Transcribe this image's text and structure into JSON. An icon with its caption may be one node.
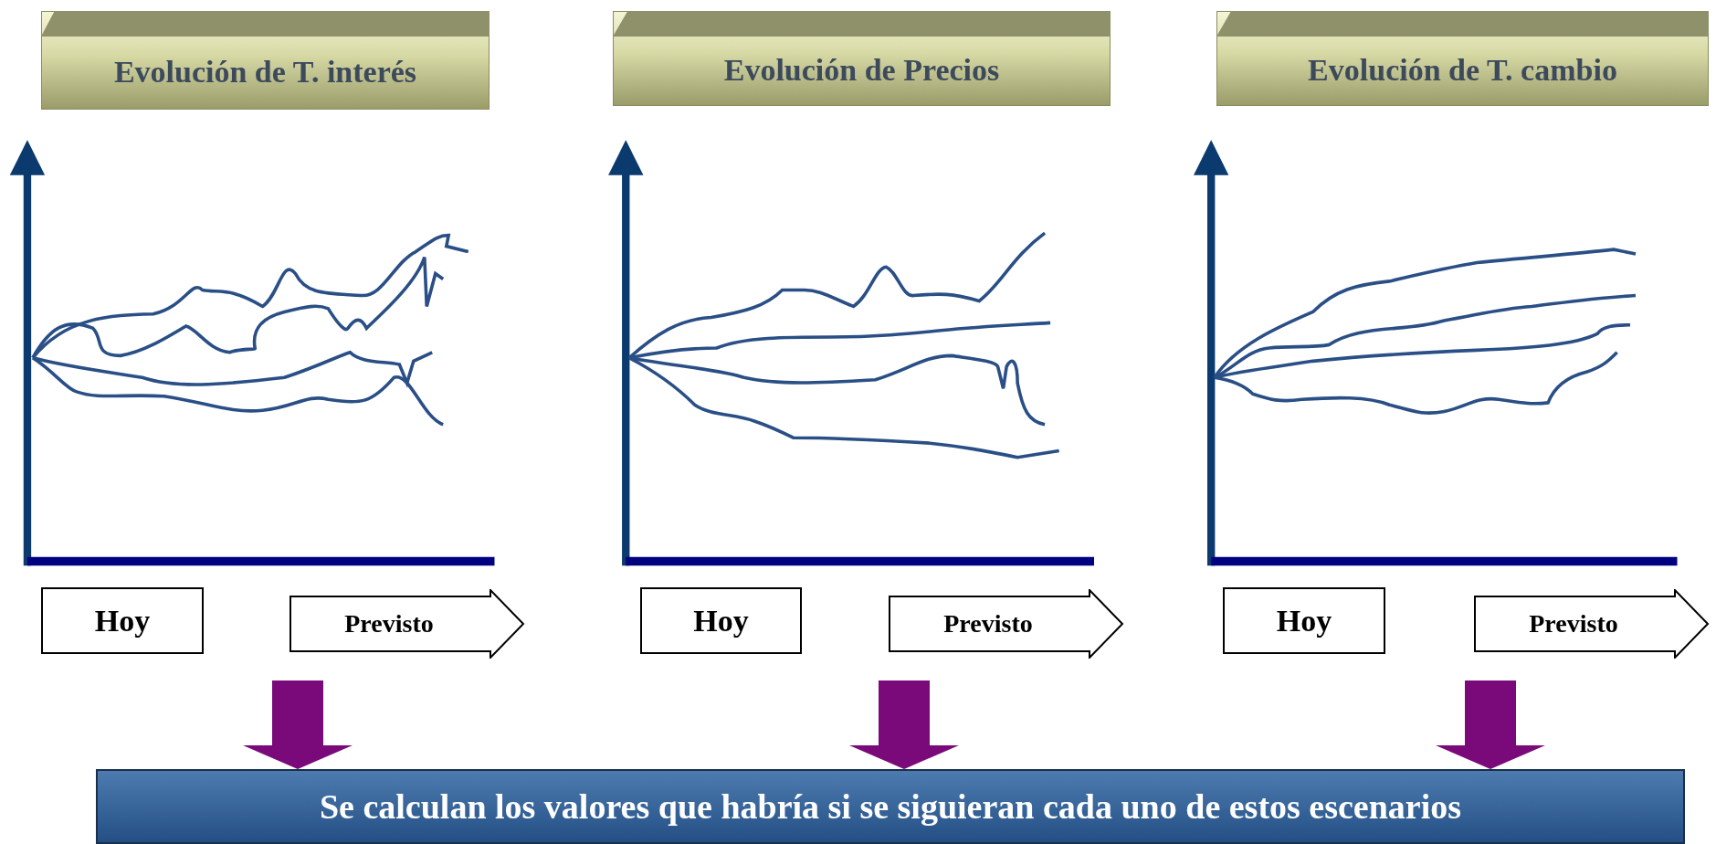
{
  "diagram": {
    "nodes": [
      {
        "text": [
          "Evolución de T. interés"
        ]
      },
      {
        "text": [
          "Evolución de Precios"
        ]
      },
      {
        "text": [
          "Evolución de T. cambio"
        ]
      },
      {
        "text": [
          "Hoy"
        ]
      },
      {
        "text": [
          "Previsto"
        ]
      },
      {
        "text": [
          "Hoy"
        ]
      },
      {
        "text": [
          "Previsto"
        ]
      },
      {
        "text": [
          "Hoy"
        ]
      },
      {
        "text": [
          "Previsto"
        ]
      },
      {
        "text": [
          "Se calculan los valores que habría si se siguieran cada uno de estos escenarios"
        ]
      }
    ],
    "edges": [
      {
        "from": null,
        "to": 9,
        "arrow": "to"
      },
      {
        "from": null,
        "to": 9,
        "arrow": "to"
      },
      {
        "from": null,
        "to": 9,
        "arrow": "to"
      }
    ]
  }
}
